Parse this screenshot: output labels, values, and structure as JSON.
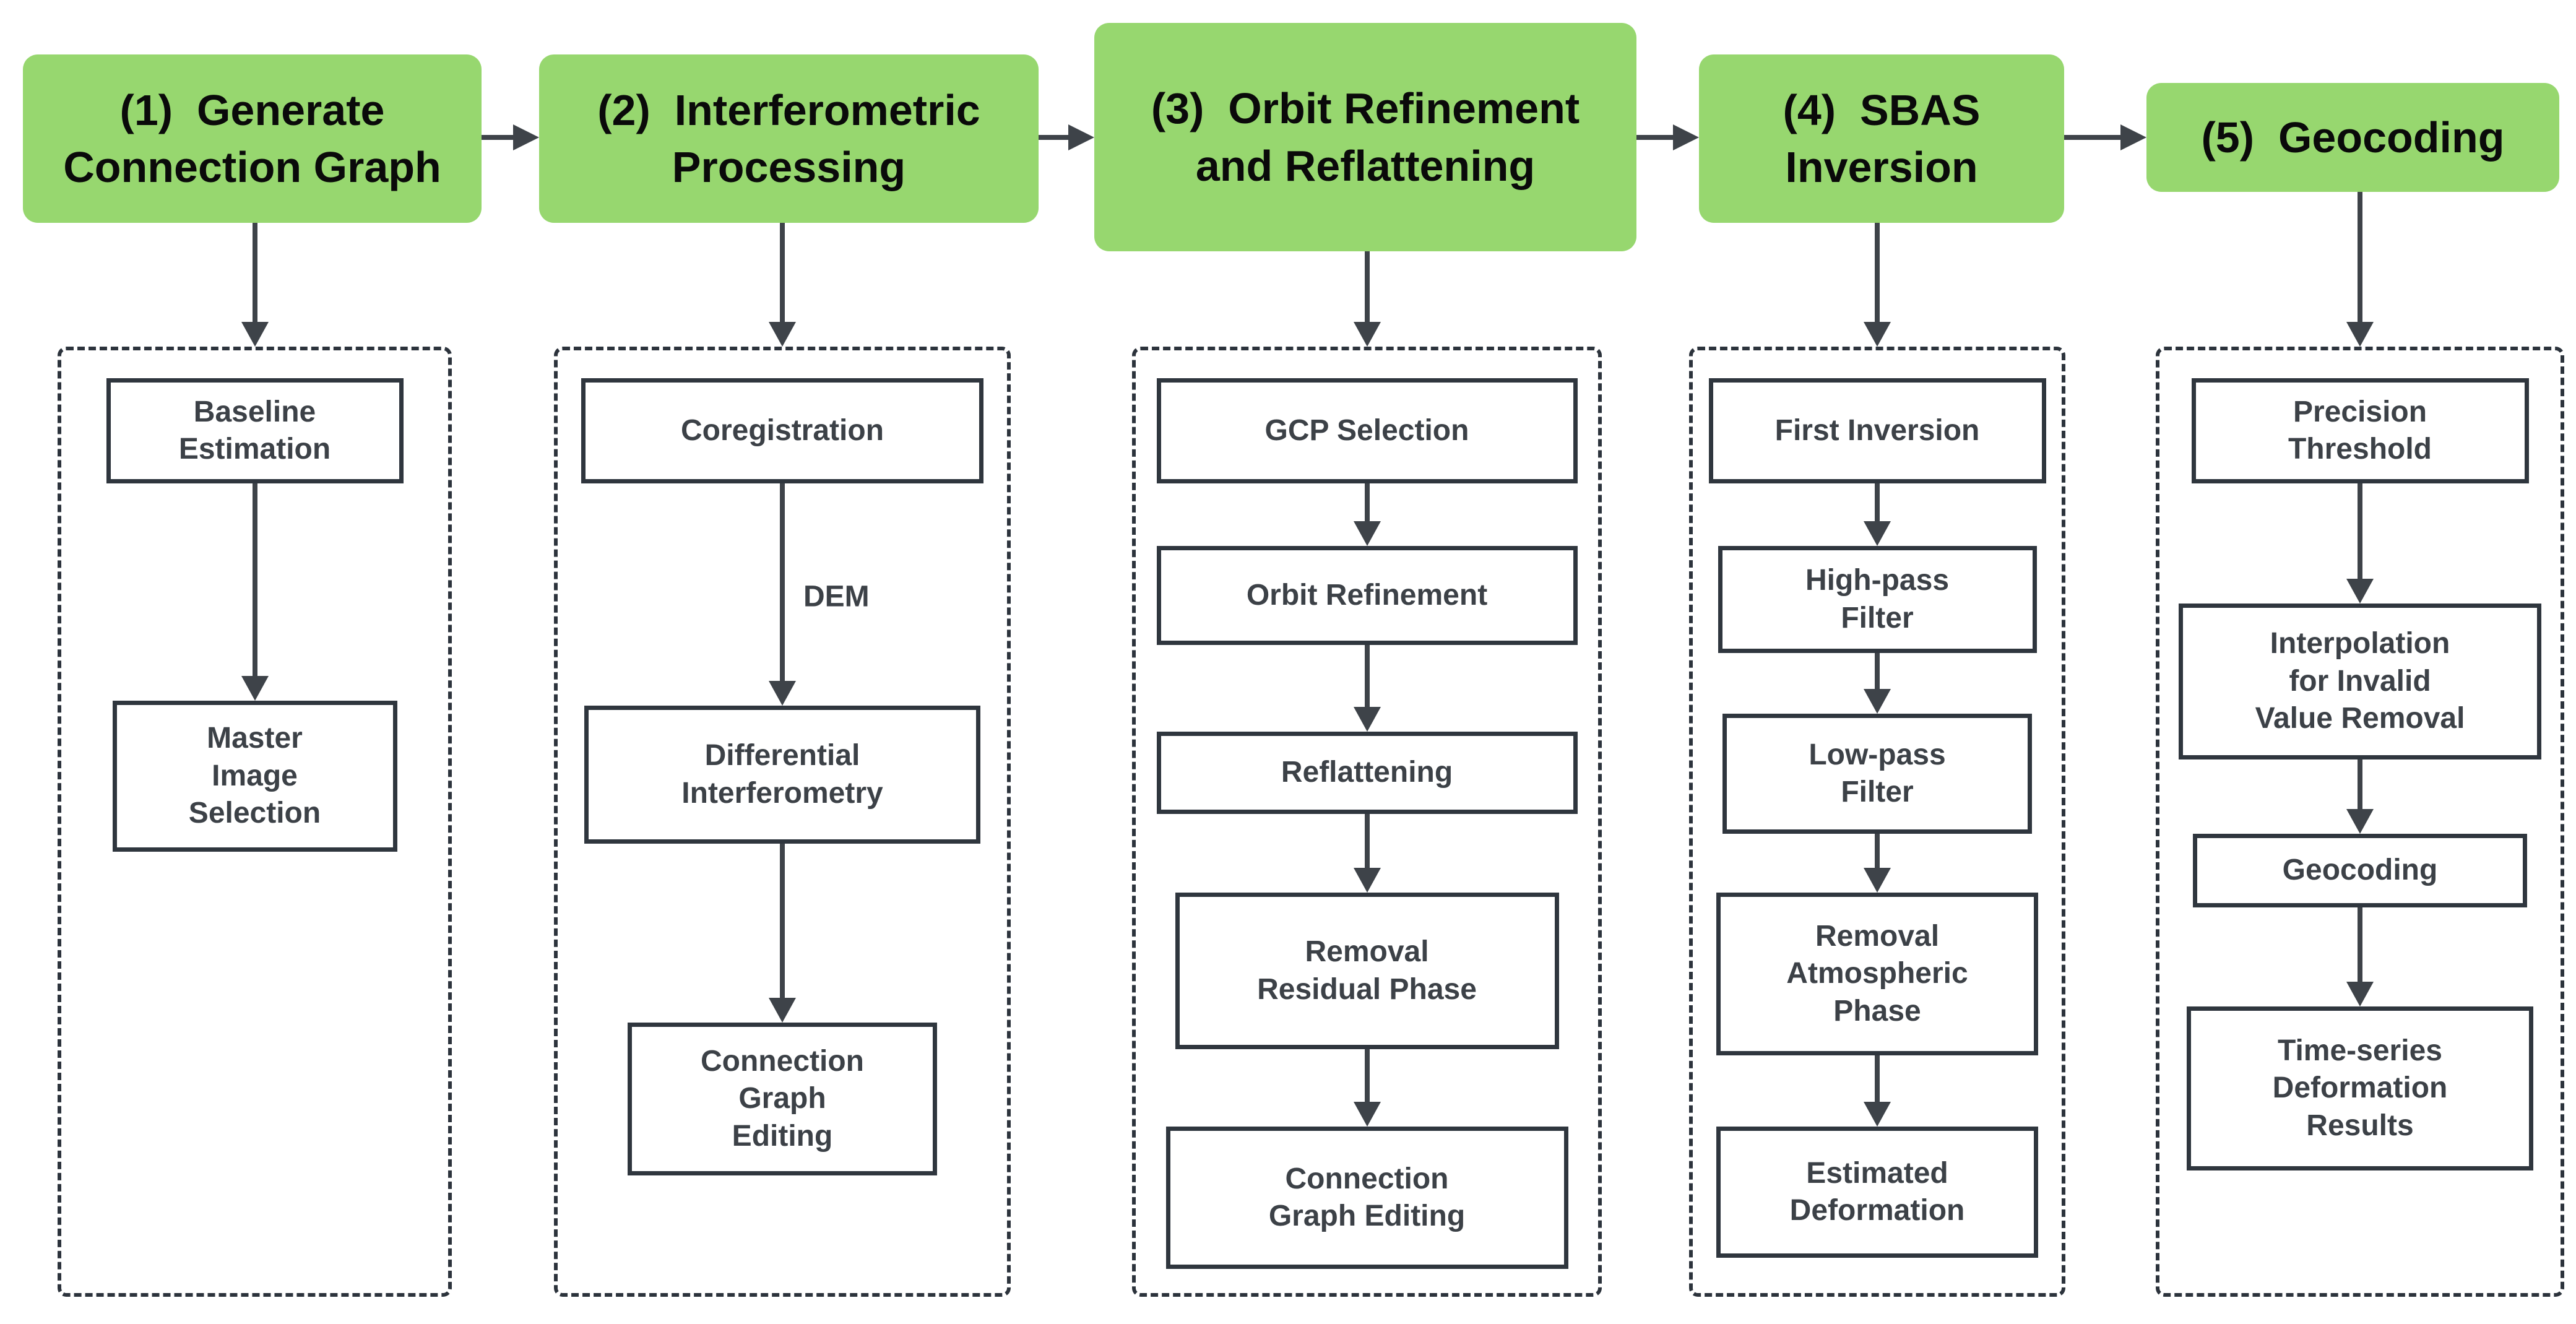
{
  "figure": {
    "type": "flowchart",
    "columns": [
      {
        "id": "generate-connection-graph",
        "header_lines": [
          "(1)  Generate",
          "Connection Graph"
        ],
        "steps": [
          {
            "lines": [
              "Baseline",
              "Estimation"
            ]
          },
          {
            "lines": [
              "Master",
              "Image",
              "Selection"
            ]
          }
        ]
      },
      {
        "id": "interferometric-processing",
        "header_lines": [
          "(2)  Interferometric",
          "Processing"
        ],
        "arrow_label": {
          "after_step": 0,
          "text": "DEM"
        },
        "steps": [
          {
            "lines": [
              "Coregistration"
            ]
          },
          {
            "lines": [
              "Differential",
              "Interferometry"
            ]
          },
          {
            "lines": [
              "Connection",
              "Graph",
              "Editing"
            ]
          }
        ]
      },
      {
        "id": "orbit-refinement-and-reflattening",
        "header_lines": [
          "(3)  Orbit Refinement",
          "and Reflattening"
        ],
        "steps": [
          {
            "lines": [
              "GCP Selection"
            ]
          },
          {
            "lines": [
              "Orbit Refinement"
            ]
          },
          {
            "lines": [
              "Reflattening"
            ]
          },
          {
            "lines": [
              "Removal",
              "Residual Phase"
            ]
          },
          {
            "lines": [
              "Connection",
              "Graph Editing"
            ]
          }
        ]
      },
      {
        "id": "sbas-inversion",
        "header_lines": [
          "(4)  SBAS",
          "Inversion"
        ],
        "steps": [
          {
            "lines": [
              "First Inversion"
            ]
          },
          {
            "lines": [
              "High-pass",
              "Filter"
            ]
          },
          {
            "lines": [
              "Low-pass",
              "Filter"
            ]
          },
          {
            "lines": [
              "Removal",
              "Atmospheric",
              "Phase"
            ]
          },
          {
            "lines": [
              "Estimated",
              "Deformation"
            ]
          }
        ]
      },
      {
        "id": "geocoding",
        "header_lines": [
          "(5)  Geocoding"
        ],
        "steps": [
          {
            "lines": [
              "Precision",
              "Threshold"
            ]
          },
          {
            "lines": [
              "Interpolation",
              "for Invalid",
              "Value Removal"
            ]
          },
          {
            "lines": [
              "Geocoding"
            ]
          },
          {
            "lines": [
              "Time-series",
              "Deformation",
              "Results"
            ]
          }
        ]
      }
    ]
  },
  "colors": {
    "background": "#FFFFFF",
    "header_fill": "#97D76F",
    "header_text": "#0A0A0A",
    "box_border": "#2F363E",
    "box_text": "#3C4147",
    "dashed_border": "#2C333C",
    "arrow": "#3E4349"
  }
}
